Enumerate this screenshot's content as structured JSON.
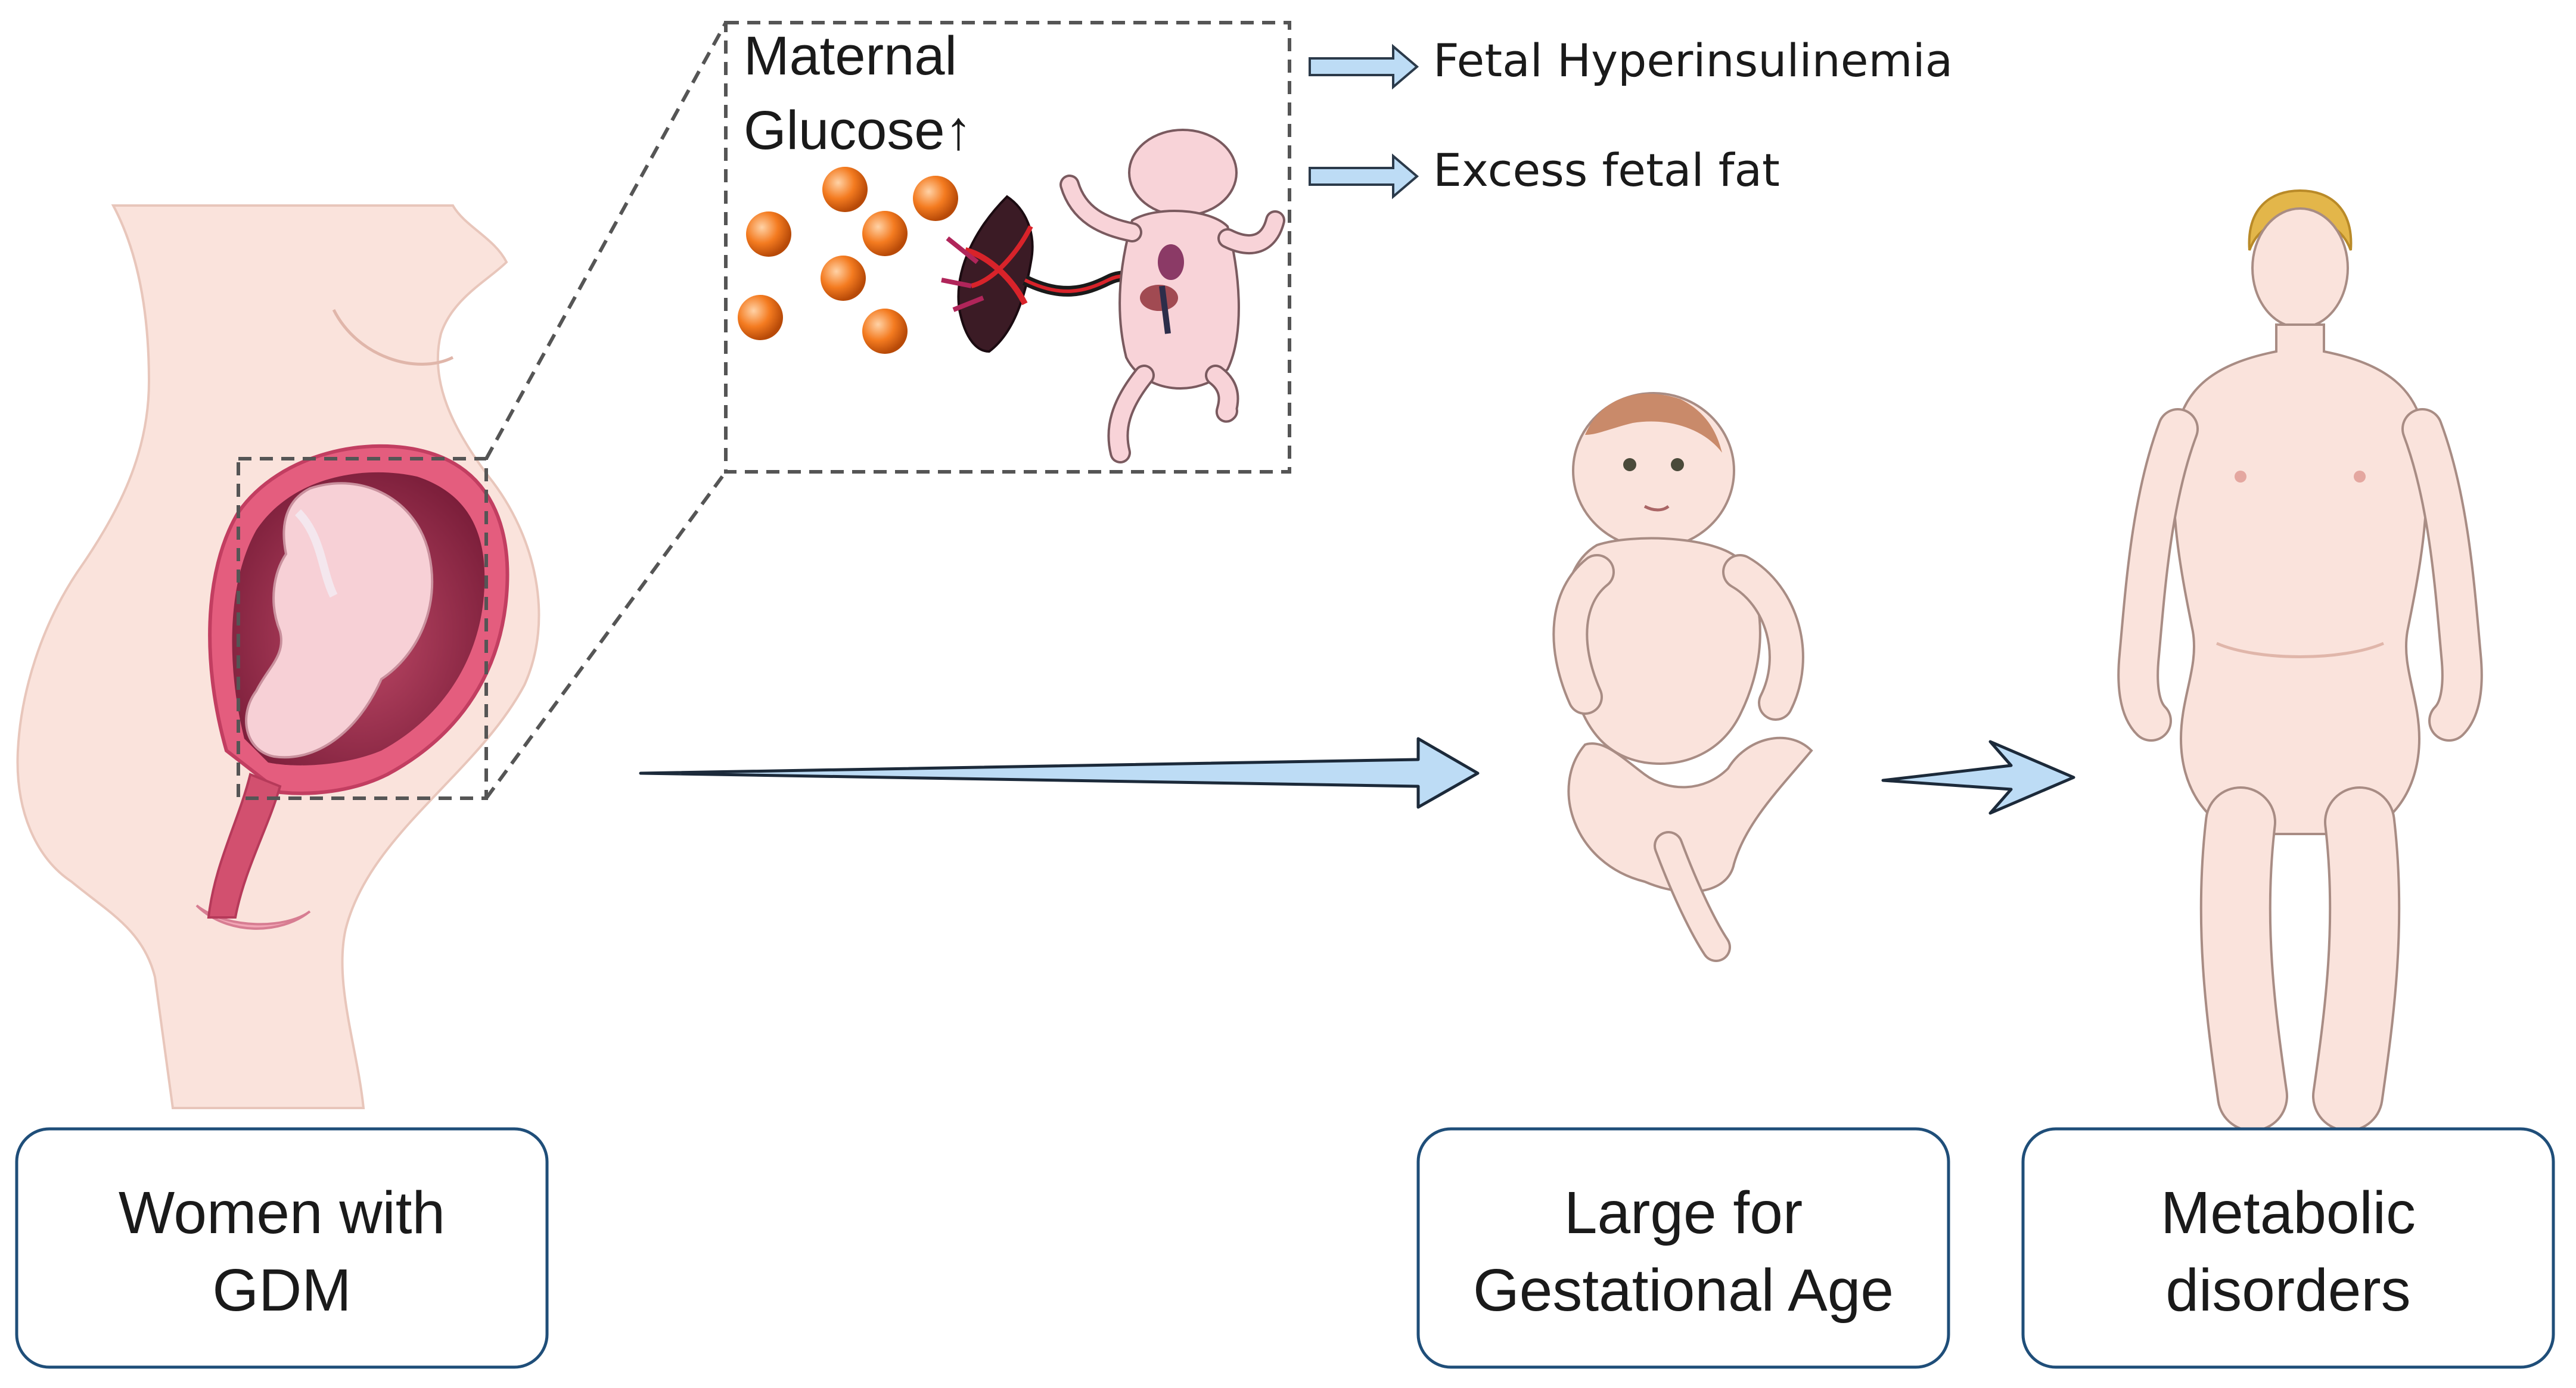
{
  "zoom_box": {
    "title_line1": "Maternal",
    "title_line2": "Glucose↑"
  },
  "effects": [
    "Fetal Hyperinsulinemia",
    "Excess fetal fat"
  ],
  "stages": [
    {
      "line1": "Women with",
      "line2": "GDM"
    },
    {
      "line1": "Large for",
      "line2": "Gestational Age"
    },
    {
      "line1": "Metabolic",
      "line2": "disorders"
    }
  ],
  "colors": {
    "box_border": "#1f4e79",
    "arrow_fill": "#bddcf5",
    "arrow_stroke": "#1c2a3a",
    "glucose": "#f07a1e",
    "skin": "#f9dfd6",
    "uterus": "#d9476a",
    "dash": "#555555"
  }
}
